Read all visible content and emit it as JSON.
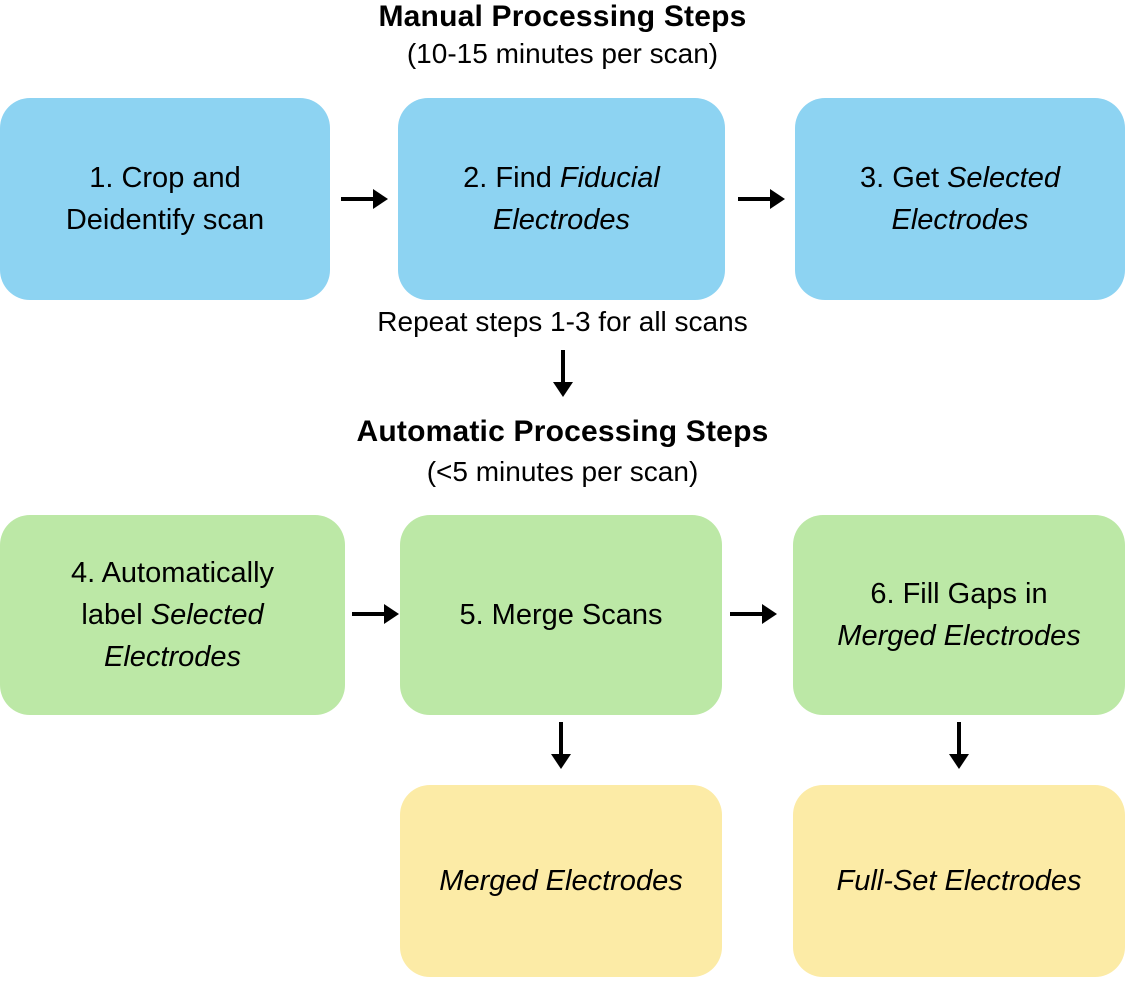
{
  "diagram": {
    "manual": {
      "title": "Manual Processing Steps",
      "subtitle": "(10-15 minutes per scan)",
      "steps": [
        {
          "text": "1. Crop and Deidentify scan",
          "italic": ""
        },
        {
          "text": "2. Find ",
          "italic": "Fiducial Electrodes"
        },
        {
          "text": "3. Get ",
          "italic": "Selected Electrodes"
        }
      ]
    },
    "repeat_note": "Repeat steps 1-3 for all scans",
    "automatic": {
      "title": "Automatic Processing Steps",
      "subtitle": "(<5 minutes per scan)",
      "steps": [
        {
          "text": "4. Automatically label ",
          "italic": "Selected Electrodes"
        },
        {
          "text": "5. Merge Scans",
          "italic": ""
        },
        {
          "text": "6. Fill Gaps in ",
          "italic": "Merged Electrodes"
        }
      ]
    },
    "outputs": [
      {
        "label": "Merged Electrodes"
      },
      {
        "label": "Full-Set Electrodes"
      }
    ],
    "colors": {
      "manual_box": "#8dd3f2",
      "automatic_box": "#bce8a6",
      "output_box": "#fceba6",
      "arrow": "#000000"
    }
  }
}
